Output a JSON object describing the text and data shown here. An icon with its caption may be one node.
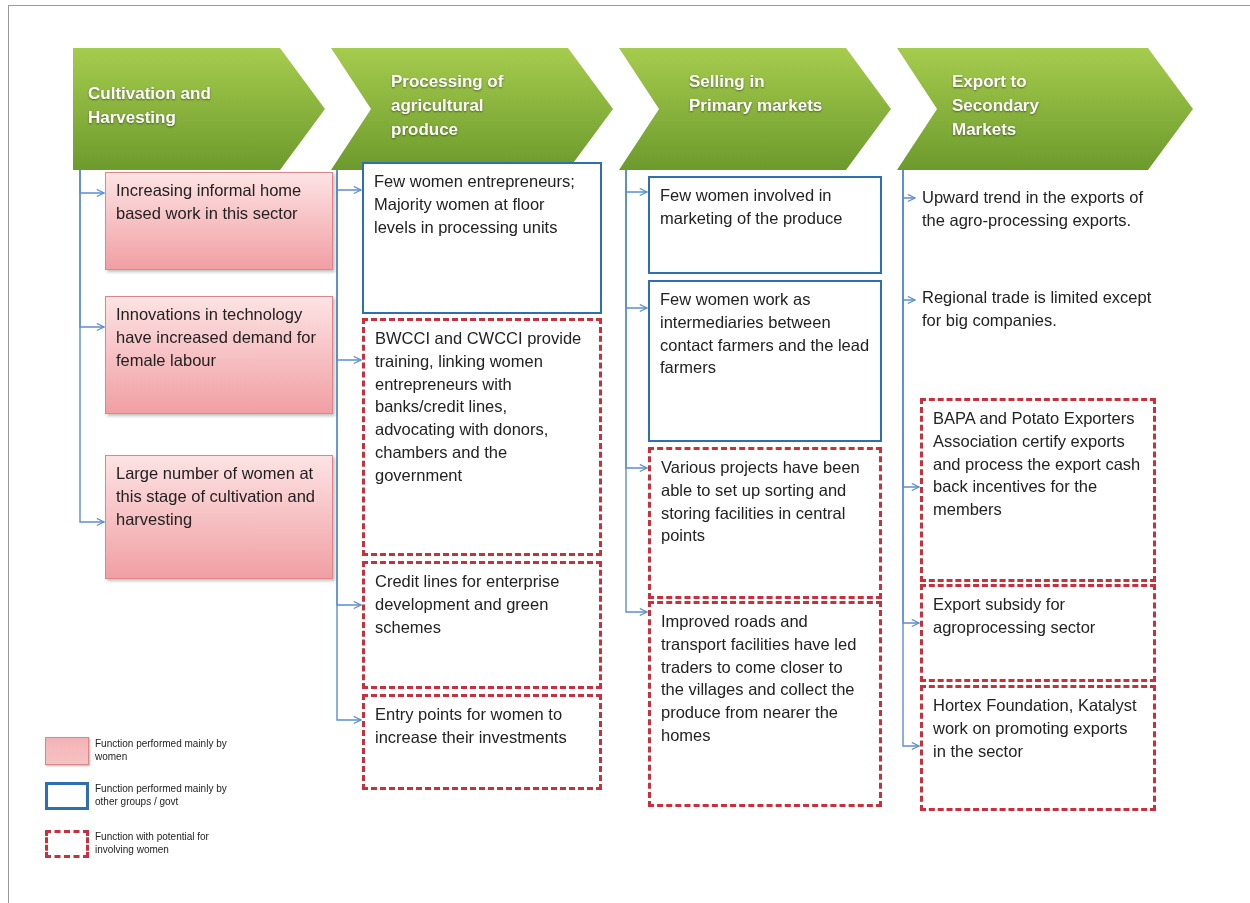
{
  "diagram": {
    "nodes": [
      {
        "text": [
          "Cultivation and Harvesting"
        ]
      },
      {
        "text": [
          "Processing of agricultural produce"
        ]
      },
      {
        "text": [
          "Selling in Primary markets"
        ]
      },
      {
        "text": [
          "Export to Secondary Markets"
        ]
      },
      {
        "text": [
          "Increasing informal home based work in this sector"
        ]
      },
      {
        "text": [
          "Innovations in technology have increased demand for female labour"
        ]
      },
      {
        "text": [
          "Large number of women at this stage of cultivation and harvesting"
        ]
      },
      {
        "text": [
          "Few women entrepreneurs; Majority women at floor levels in processing units"
        ]
      },
      {
        "text": [
          "BWCCI and CWCCI provide training, linking women entrepreneurs with banks/credit lines, advocating with donors, chambers and the government"
        ]
      },
      {
        "text": [
          "Credit lines for enterprise development and green schemes"
        ]
      },
      {
        "text": [
          "Entry points for women to increase their investments"
        ]
      },
      {
        "text": [
          "Few women involved in marketing of the produce"
        ]
      },
      {
        "text": [
          "Few women work as intermediaries between contact farmers and the lead farmers"
        ]
      },
      {
        "text": [
          "Various projects have been able to set up sorting and storing facilities in central points"
        ]
      },
      {
        "text": [
          "Improved roads and transport facilities have led traders to come closer to the villages and collect the produce from nearer the homes"
        ]
      },
      {
        "text": [
          "Upward trend in the exports of the agro-processing exports."
        ]
      },
      {
        "text": [
          "Regional trade is limited except for big companies."
        ]
      },
      {
        "text": [
          "BAPA and Potato Exporters Association certify exports and process the export cash back incentives for the members"
        ]
      },
      {
        "text": [
          "Export subsidy for agroprocessing sector"
        ]
      },
      {
        "text": [
          "Hortex Foundation, Katalyst work on promoting exports in the sector"
        ]
      }
    ],
    "edges": [
      {
        "from": 0,
        "to": 4,
        "arrow": "to"
      },
      {
        "from": 0,
        "to": 5,
        "arrow": "to"
      },
      {
        "from": 0,
        "to": 6,
        "arrow": "to"
      },
      {
        "from": 1,
        "to": 7,
        "arrow": "to"
      },
      {
        "from": 1,
        "to": 8,
        "arrow": "to"
      },
      {
        "from": 1,
        "to": 9,
        "arrow": "to"
      },
      {
        "from": 1,
        "to": 10,
        "arrow": "to"
      },
      {
        "from": 2,
        "to": 11,
        "arrow": "to"
      },
      {
        "from": 2,
        "to": 12,
        "arrow": "to"
      },
      {
        "from": 2,
        "to": 13,
        "arrow": "to"
      },
      {
        "from": 2,
        "to": 14,
        "arrow": "to"
      },
      {
        "from": 3,
        "to": 15,
        "arrow": "to"
      },
      {
        "from": 3,
        "to": 16,
        "arrow": "to"
      },
      {
        "from": 3,
        "to": 17,
        "arrow": "to"
      },
      {
        "from": 3,
        "to": 18,
        "arrow": "to"
      },
      {
        "from": 3,
        "to": 19,
        "arrow": "to"
      }
    ],
    "legend": [
      {
        "text": "Function performed mainly by women",
        "color": "#f4b3b6"
      },
      {
        "text": "Function performed mainly by other groups / govt"
      },
      {
        "text": "Function with potential for involving women"
      }
    ]
  }
}
